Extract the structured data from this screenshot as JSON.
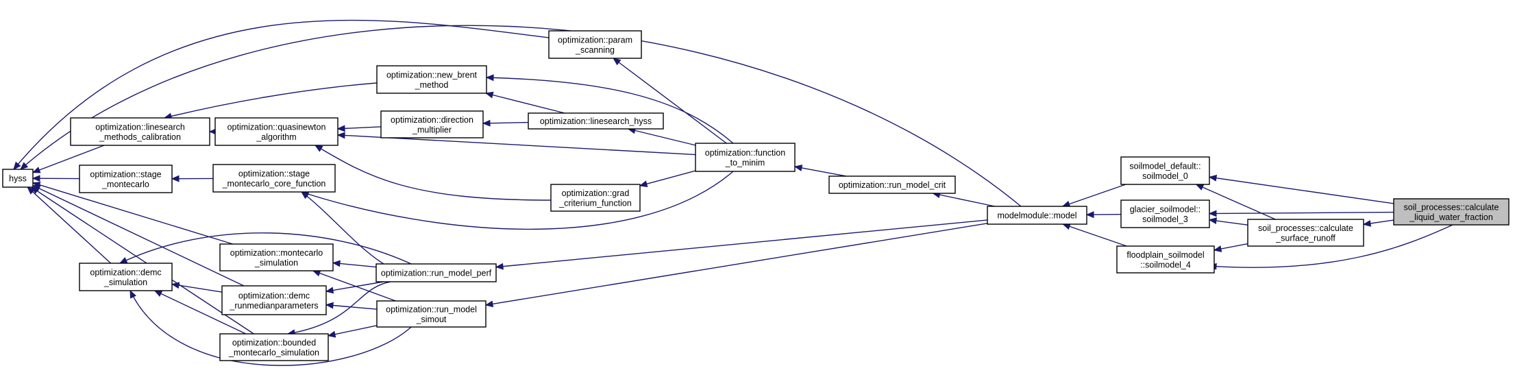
{
  "graph": {
    "type": "doxygen-caller-graph",
    "colors": {
      "edge": "#191970",
      "node_border": "#000000",
      "node_fill": "#ffffff",
      "root_fill": "#bfbfbf"
    },
    "nodes": [
      {
        "id": "hyss",
        "lines": [
          "hyss"
        ]
      },
      {
        "id": "ls_calib",
        "lines": [
          "optimization::linesearch",
          "_methods_calibration"
        ]
      },
      {
        "id": "stage_mc",
        "lines": [
          "optimization::stage",
          "_montecarlo"
        ]
      },
      {
        "id": "demc_sim",
        "lines": [
          "optimization::demc",
          "_simulation"
        ]
      },
      {
        "id": "param_scan",
        "lines": [
          "optimization::param",
          "_scanning"
        ]
      },
      {
        "id": "new_brent",
        "lines": [
          "optimization::new_brent",
          "_method"
        ]
      },
      {
        "id": "quasinewton",
        "lines": [
          "optimization::quasinewton",
          "_algorithm"
        ]
      },
      {
        "id": "direction_mult",
        "lines": [
          "optimization::direction",
          "_multiplier"
        ]
      },
      {
        "id": "ls_hyss",
        "lines": [
          "optimization::linesearch_hyss"
        ]
      },
      {
        "id": "stage_core",
        "lines": [
          "optimization::stage",
          "_montecarlo_core_function"
        ]
      },
      {
        "id": "grad_crit",
        "lines": [
          "optimization::grad",
          "_criterium_function"
        ]
      },
      {
        "id": "function_to_minim",
        "lines": [
          "optimization::function",
          "_to_minim"
        ]
      },
      {
        "id": "run_model_crit",
        "lines": [
          "optimization::run_model_crit"
        ]
      },
      {
        "id": "mc_sim",
        "lines": [
          "optimization::montecarlo",
          "_simulation"
        ]
      },
      {
        "id": "demc_runmedian",
        "lines": [
          "optimization::demc",
          "_runmedianparameters"
        ]
      },
      {
        "id": "bounded_mc",
        "lines": [
          "optimization::bounded",
          "_montecarlo_simulation"
        ]
      },
      {
        "id": "run_model_perf",
        "lines": [
          "optimization::run_model_perf"
        ]
      },
      {
        "id": "run_model_simout",
        "lines": [
          "optimization::run_model",
          "_simout"
        ]
      },
      {
        "id": "modelmodule",
        "lines": [
          "modelmodule::model"
        ]
      },
      {
        "id": "soilmodel_0",
        "lines": [
          "soilmodel_default::",
          "soilmodel_0"
        ]
      },
      {
        "id": "soilmodel_3",
        "lines": [
          "glacier_soilmodel::",
          "soilmodel_3"
        ]
      },
      {
        "id": "soilmodel_4",
        "lines": [
          "floodplain_soilmodel",
          "::soilmodel_4"
        ]
      },
      {
        "id": "surface_runoff",
        "lines": [
          "soil_processes::calculate",
          "_surface_runoff"
        ]
      },
      {
        "id": "liquid_water",
        "lines": [
          "soil_processes::calculate",
          "_liquid_water_fraction"
        ],
        "root": true
      }
    ],
    "edges": [
      [
        "hyss",
        "ls_calib"
      ],
      [
        "hyss",
        "stage_mc"
      ],
      [
        "hyss",
        "demc_sim"
      ],
      [
        "hyss",
        "param_scan"
      ],
      [
        "hyss",
        "modelmodule"
      ],
      [
        "hyss",
        "mc_sim"
      ],
      [
        "hyss",
        "demc_runmedian"
      ],
      [
        "hyss",
        "bounded_mc"
      ],
      [
        "ls_calib",
        "new_brent"
      ],
      [
        "ls_calib",
        "quasinewton"
      ],
      [
        "quasinewton",
        "direction_mult"
      ],
      [
        "quasinewton",
        "function_to_minim"
      ],
      [
        "quasinewton",
        "grad_crit"
      ],
      [
        "direction_mult",
        "ls_hyss"
      ],
      [
        "new_brent",
        "ls_hyss"
      ],
      [
        "new_brent",
        "function_to_minim"
      ],
      [
        "ls_hyss",
        "function_to_minim"
      ],
      [
        "param_scan",
        "function_to_minim"
      ],
      [
        "stage_mc",
        "stage_core"
      ],
      [
        "stage_core",
        "function_to_minim"
      ],
      [
        "stage_core",
        "run_model_perf"
      ],
      [
        "grad_crit",
        "function_to_minim"
      ],
      [
        "function_to_minim",
        "run_model_crit"
      ],
      [
        "run_model_crit",
        "modelmodule"
      ],
      [
        "demc_sim",
        "demc_runmedian"
      ],
      [
        "demc_sim",
        "bounded_mc"
      ],
      [
        "demc_sim",
        "run_model_perf"
      ],
      [
        "demc_sim",
        "run_model_simout"
      ],
      [
        "mc_sim",
        "run_model_perf"
      ],
      [
        "mc_sim",
        "run_model_simout"
      ],
      [
        "demc_runmedian",
        "run_model_perf"
      ],
      [
        "demc_runmedian",
        "run_model_simout"
      ],
      [
        "bounded_mc",
        "run_model_perf"
      ],
      [
        "bounded_mc",
        "run_model_simout"
      ],
      [
        "run_model_perf",
        "modelmodule"
      ],
      [
        "run_model_simout",
        "modelmodule"
      ],
      [
        "modelmodule",
        "soilmodel_0"
      ],
      [
        "modelmodule",
        "soilmodel_3"
      ],
      [
        "modelmodule",
        "soilmodel_4"
      ],
      [
        "soilmodel_0",
        "liquid_water"
      ],
      [
        "soilmodel_0",
        "surface_runoff"
      ],
      [
        "soilmodel_3",
        "liquid_water"
      ],
      [
        "soilmodel_3",
        "surface_runoff"
      ],
      [
        "soilmodel_4",
        "liquid_water"
      ],
      [
        "soilmodel_4",
        "surface_runoff"
      ],
      [
        "surface_runoff",
        "liquid_water"
      ]
    ]
  }
}
